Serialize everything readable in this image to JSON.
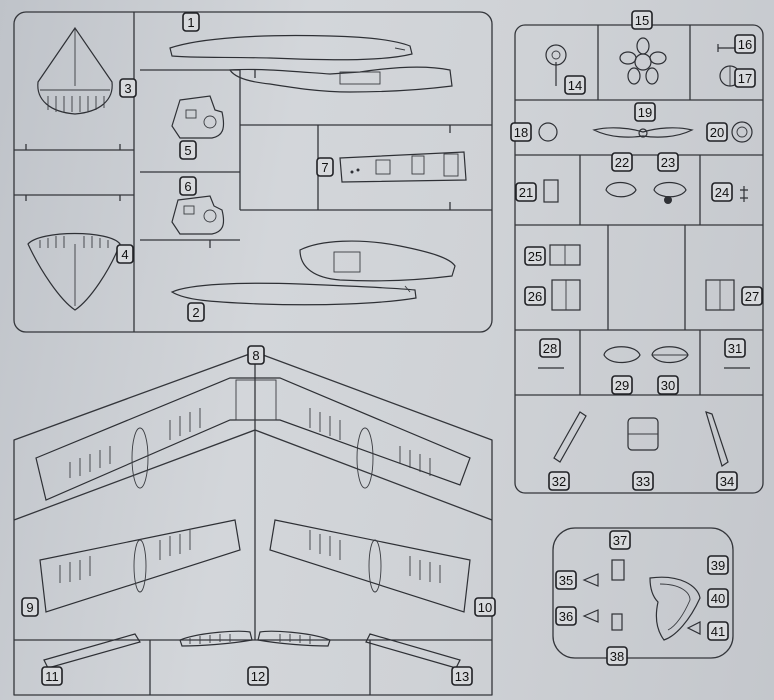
{
  "part_numbers": [
    "1",
    "2",
    "3",
    "4",
    "5",
    "6",
    "7",
    "8",
    "9",
    "10",
    "11",
    "12",
    "13",
    "14",
    "15",
    "16",
    "17",
    "18",
    "19",
    "20",
    "21",
    "22",
    "23",
    "24",
    "25",
    "26",
    "27",
    "28",
    "29",
    "30",
    "31",
    "32",
    "33",
    "34",
    "35",
    "36",
    "37",
    "38",
    "39",
    "40",
    "41"
  ]
}
